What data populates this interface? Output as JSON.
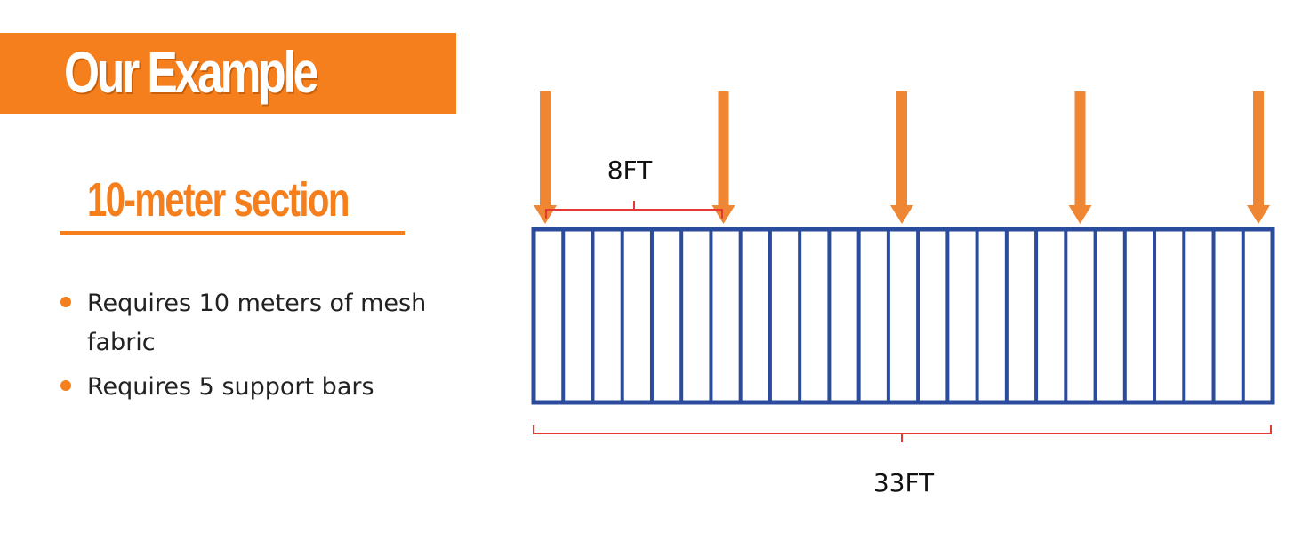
{
  "title": "Our Example",
  "subtitle": "10-meter section",
  "bullets": [
    "Requires 10 meters of mesh fabric",
    "Requires 5 support bars"
  ],
  "diagram": {
    "span_label": "8FT",
    "total_label": "33FT",
    "support_bar_count": 5,
    "mesh_panel_count": 25,
    "colors": {
      "accent": "#f47f1c",
      "arrow": "#ef8633",
      "frame": "#2b4c9c",
      "dimension": "#e53935"
    }
  }
}
